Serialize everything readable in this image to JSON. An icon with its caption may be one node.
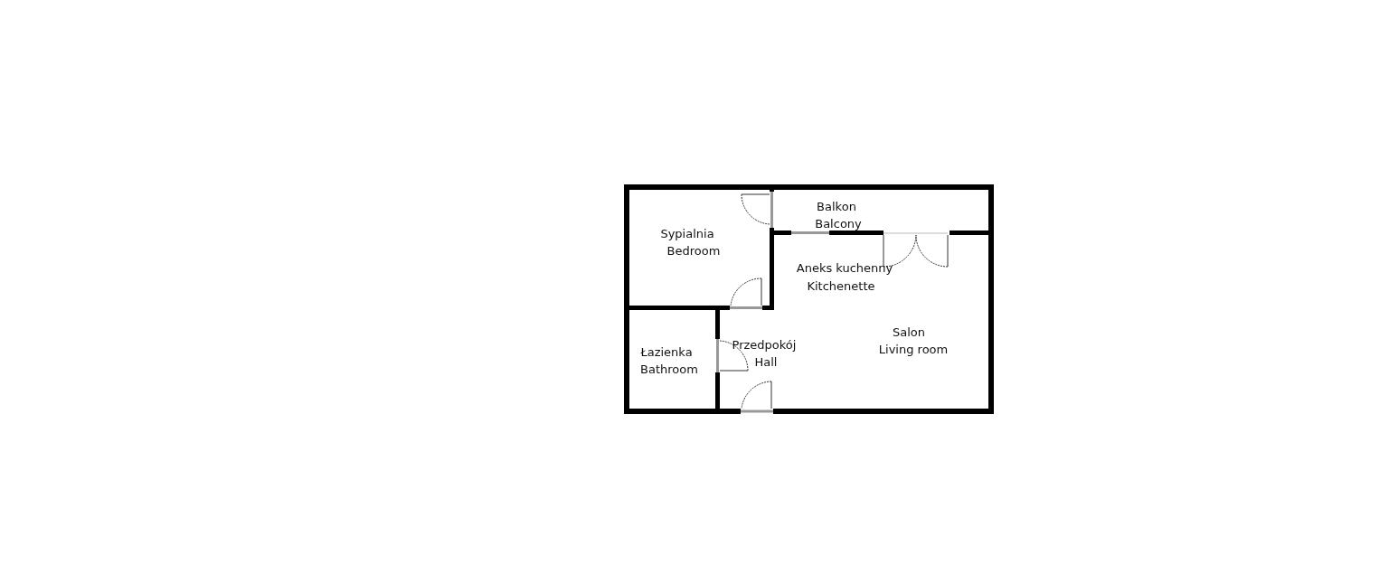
{
  "diagram": {
    "labels": [
      "Balkon",
      "Balcony",
      "Sypialnia",
      "Bedroom",
      "Aneks kuchenny",
      "Kitchenette",
      "Salon",
      "Living room",
      "Przedpokój",
      "Hall",
      "Łazienka",
      "Bathroom"
    ]
  }
}
